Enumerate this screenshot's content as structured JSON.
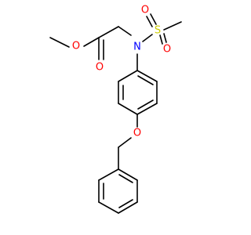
{
  "molecule": {
    "atoms": {
      "ester_carbonyl_oxygen": {
        "symbol": "O",
        "color": "#ff0000"
      },
      "ester_ether_oxygen": {
        "symbol": "O",
        "color": "#ff0000"
      },
      "amine_nitrogen": {
        "symbol": "N",
        "color": "#0000ff"
      },
      "sulfur": {
        "symbol": "S",
        "color": "#cccc00"
      },
      "sulfonyl_oxygen_left": {
        "symbol": "O",
        "color": "#ff0000"
      },
      "sulfonyl_oxygen_right": {
        "symbol": "O",
        "color": "#ff0000"
      },
      "aryl_ether_oxygen": {
        "symbol": "O",
        "color": "#ff0000"
      }
    },
    "bond_color": "#000000"
  }
}
